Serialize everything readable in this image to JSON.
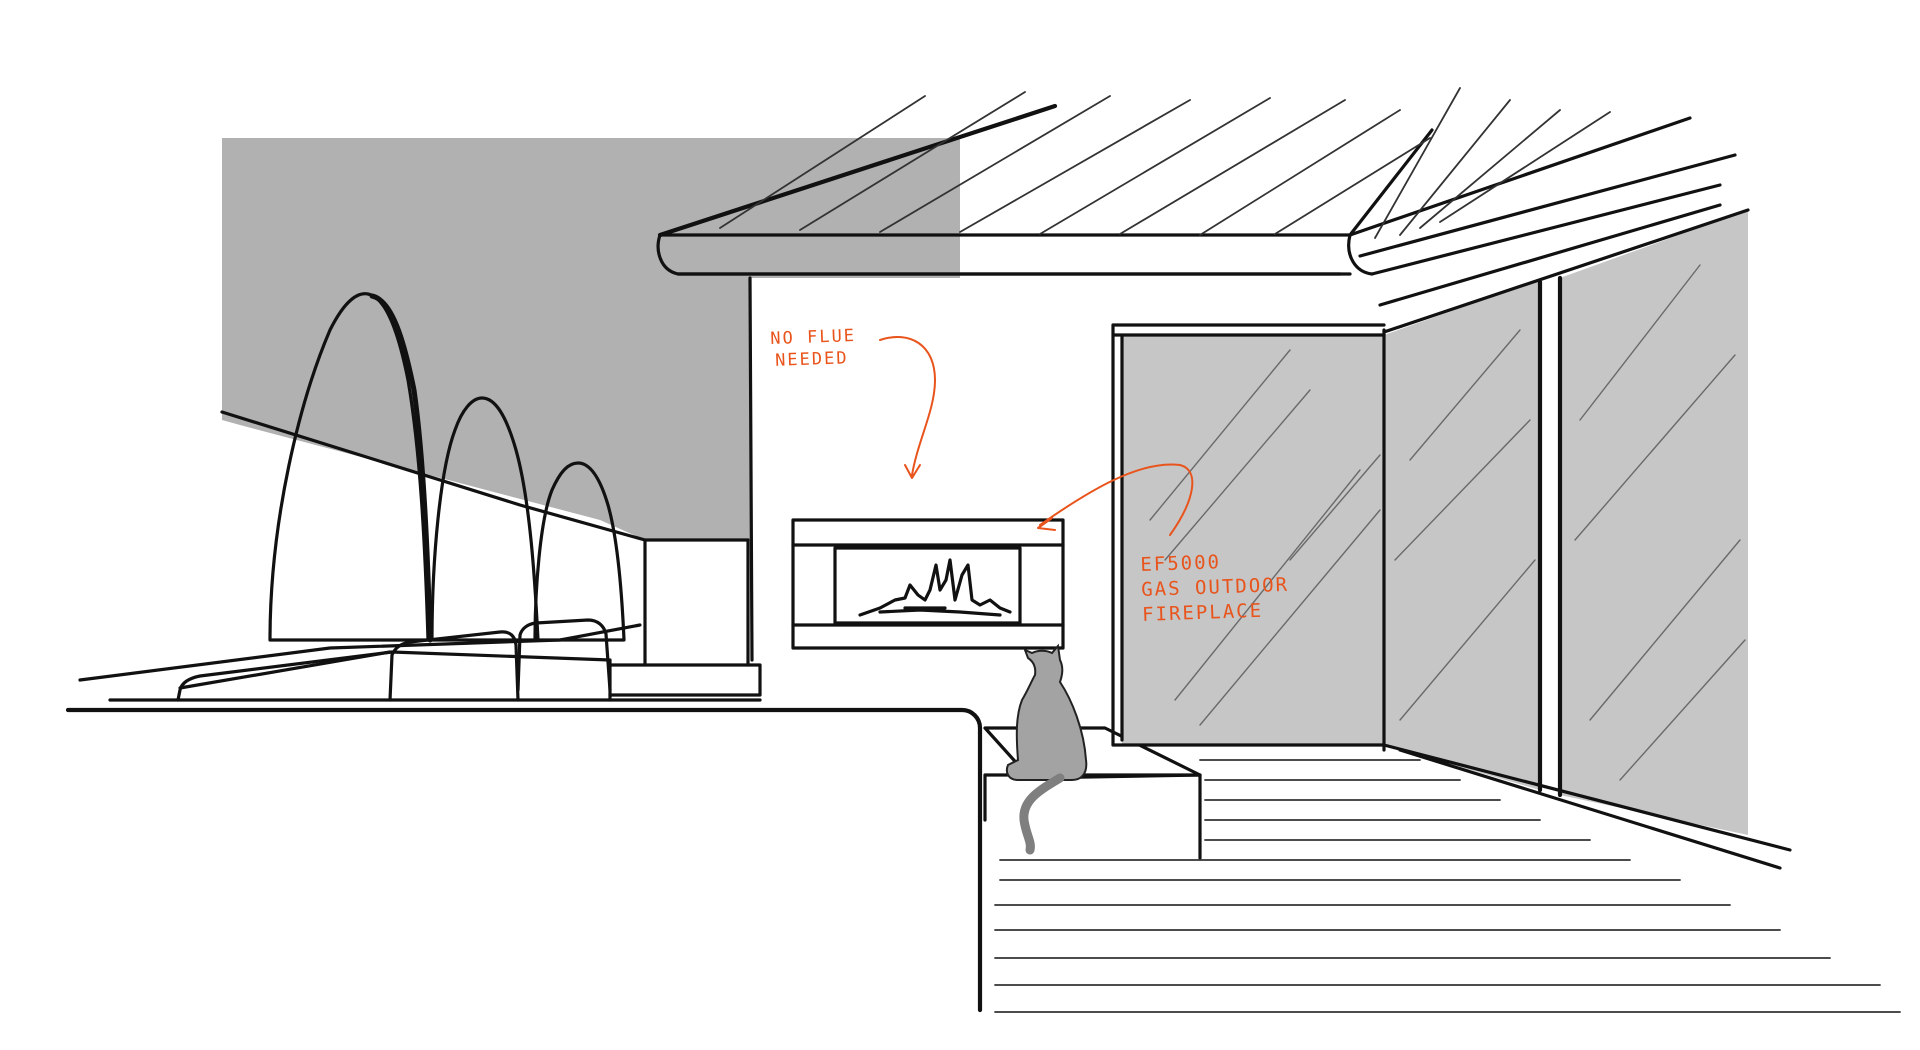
{
  "colors": {
    "ink": "#111111",
    "sky": "#b1b1b1",
    "glass": "#c6c6c6",
    "cat": "#a3a3a3",
    "annotation": "#e8541c"
  },
  "annotations": {
    "flue": {
      "lines": [
        "NO FLUE",
        "NEEDED"
      ]
    },
    "fireplace": {
      "lines": [
        "EF5000",
        "GAS OUTDOOR",
        "FIREPLACE"
      ]
    }
  }
}
